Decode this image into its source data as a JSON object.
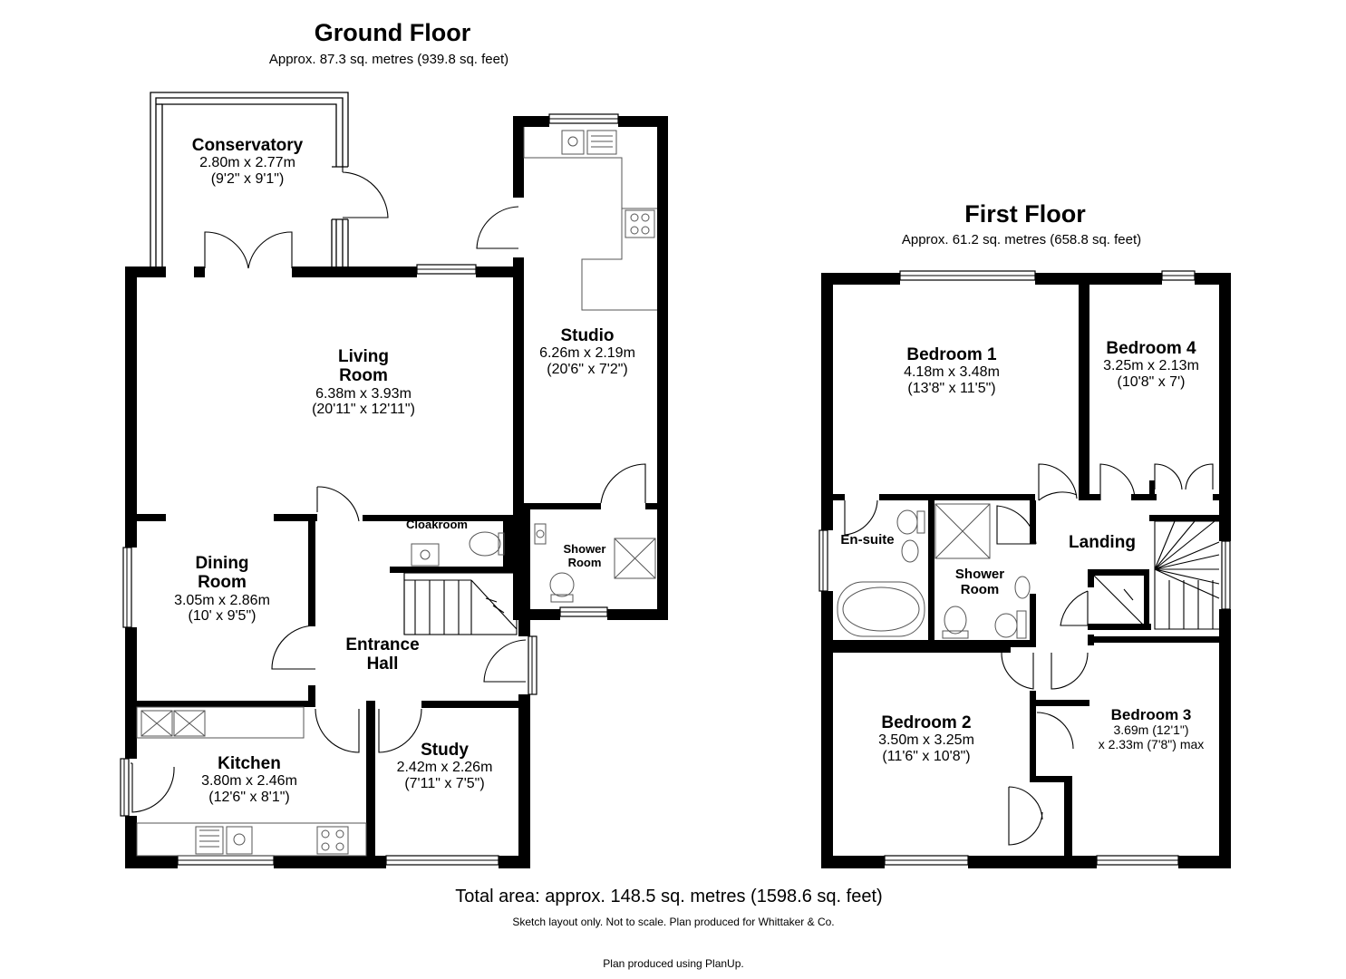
{
  "ground_floor": {
    "title": "Ground Floor",
    "area": "Approx. 87.3 sq. metres (939.8 sq. feet)",
    "rooms": {
      "conservatory": {
        "name": "Conservatory",
        "size_m": "2.80m x 2.77m",
        "size_ft": "(9'2\" x 9'1\")"
      },
      "living_room": {
        "name_line1": "Living",
        "name_line2": "Room",
        "size_m": "6.38m x 3.93m",
        "size_ft": "(20'11\" x 12'11\")"
      },
      "studio": {
        "name": "Studio",
        "size_m": "6.26m x 2.19m",
        "size_ft": "(20'6\" x 7'2\")"
      },
      "cloakroom": {
        "name": "Cloakroom"
      },
      "shower_room": {
        "name_line1": "Shower",
        "name_line2": "Room"
      },
      "dining_room": {
        "name_line1": "Dining",
        "name_line2": "Room",
        "size_m": "3.05m x 2.86m",
        "size_ft": "(10' x 9'5\")"
      },
      "entrance_hall": {
        "name_line1": "Entrance",
        "name_line2": "Hall"
      },
      "kitchen": {
        "name": "Kitchen",
        "size_m": "3.80m x 2.46m",
        "size_ft": "(12'6\" x 8'1\")"
      },
      "study": {
        "name": "Study",
        "size_m": "2.42m x 2.26m",
        "size_ft": "(7'11\" x 7'5\")"
      }
    }
  },
  "first_floor": {
    "title": "First Floor",
    "area": "Approx. 61.2 sq. metres (658.8 sq. feet)",
    "rooms": {
      "bedroom1": {
        "name": "Bedroom 1",
        "size_m": "4.18m x 3.48m",
        "size_ft": "(13'8\" x 11'5\")"
      },
      "bedroom4": {
        "name": "Bedroom 4",
        "size_m": "3.25m x 2.13m",
        "size_ft": "(10'8\" x 7')"
      },
      "ensuite": {
        "name": "En-suite"
      },
      "shower_room": {
        "name_line1": "Shower",
        "name_line2": "Room"
      },
      "landing": {
        "name": "Landing"
      },
      "bedroom2": {
        "name": "Bedroom 2",
        "size_m": "3.50m x 3.25m",
        "size_ft": "(11'6\" x 10'8\")"
      },
      "bedroom3": {
        "name": "Bedroom 3",
        "size_line1": "3.69m (12'1\")",
        "size_line2": "x 2.33m (7'8\") max"
      }
    }
  },
  "footer": {
    "total": "Total area: approx. 148.5 sq. metres (1598.6 sq. feet)",
    "disclaimer": "Sketch layout only. Not to scale. Plan produced for Whittaker & Co.",
    "credit": "Plan produced using PlanUp."
  },
  "colors": {
    "wall": "#000000",
    "fixture": "#555555",
    "background": "#ffffff"
  }
}
